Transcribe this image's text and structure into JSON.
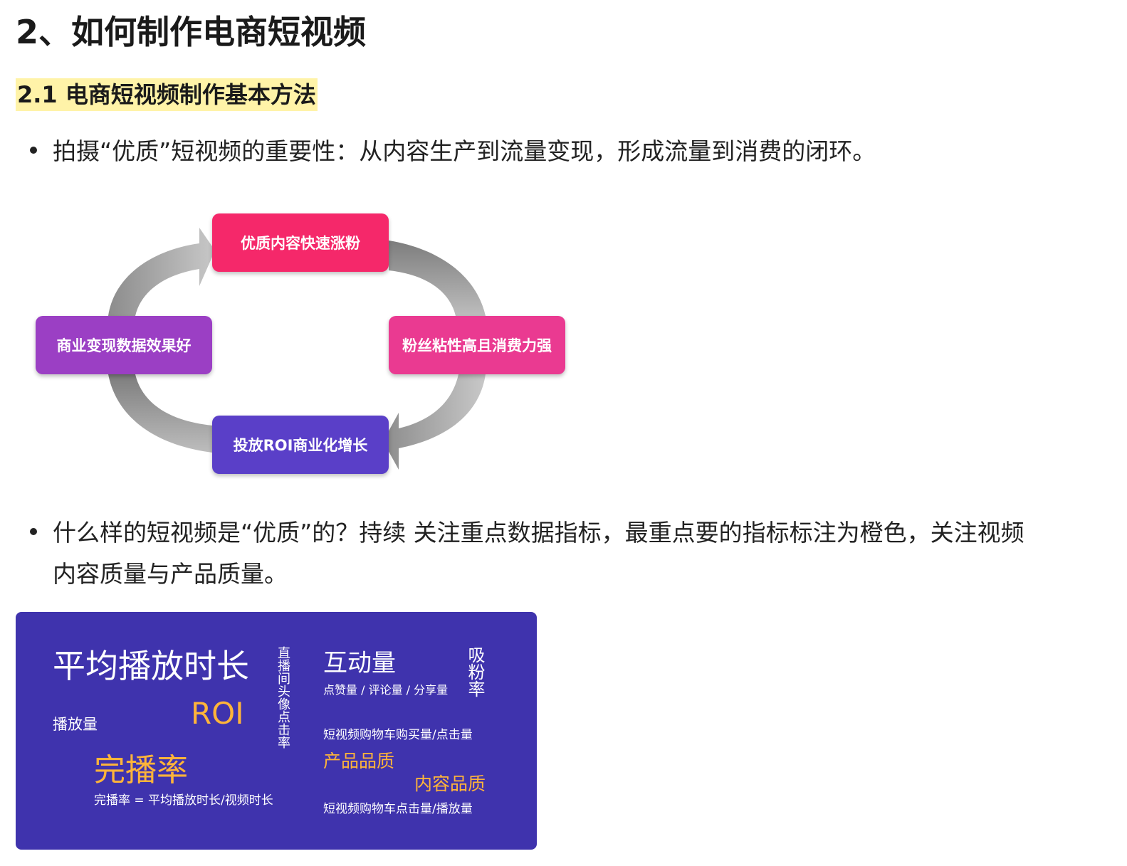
{
  "heading": "2、如何制作电商短视频",
  "subheading": "2.1 电商短视频制作基本方法",
  "bullets": [
    "拍摄“优质”短视频的重要性：从内容生产到流量变现，形成流量到消费的闭环。",
    "什么样的短视频是“优质”的？持续 关注重点数据指标，最重点要的指标标注为橙色，关注视频内容质量与产品质量。"
  ],
  "cycle": {
    "top": "优质内容快速涨粉",
    "right": "粉丝粘性高且消费力强",
    "bottom": "投放ROI商业化增长",
    "left": "商业变现数据效果好",
    "colors": {
      "top": "#f5286a",
      "right": "#ea3a91",
      "bottom": "#5a3fc8",
      "left": "#9b3fc4",
      "arrow": "#a9a9a9"
    }
  },
  "metrics": {
    "avg_play_time": "平均播放时长",
    "play_count": "播放量",
    "roi": "ROI",
    "completion_rate": "完播率",
    "completion_formula": "完播率 = 平均播放时长/视频时长",
    "live_avatar_ctr": "直播间头像点击率",
    "interaction": "互动量",
    "interaction_detail": "点赞量 / 评论量 / 分享量",
    "follow_rate": "吸粉率",
    "cart_purchase": "短视频购物车购买量/点击量",
    "product_quality": "产品品质",
    "content_quality": "内容品质",
    "cart_click": "短视频购物车点击量/播放量",
    "colors": {
      "background": "#3f33ad",
      "highlight": "#ffb43a",
      "text": "#ffffff"
    }
  }
}
